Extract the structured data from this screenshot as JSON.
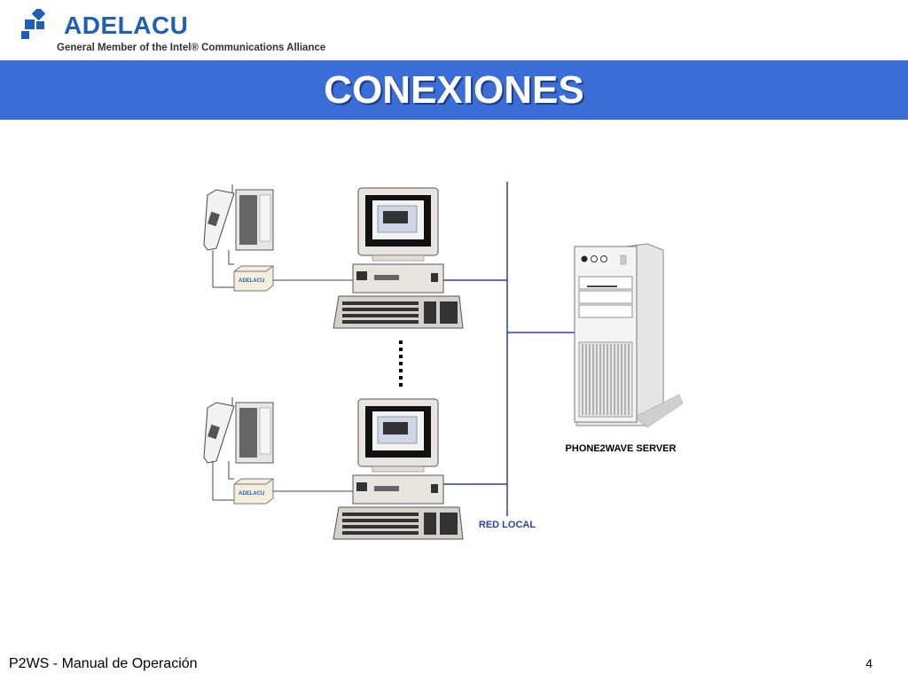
{
  "header": {
    "logo_text": "ADELACU",
    "tagline": "General Member of the Intel® Communications Alliance"
  },
  "title": "CONEXIONES",
  "diagram": {
    "server_label": "PHONE2WAVE SERVER",
    "network_label": "RED LOCAL",
    "device_brand": "ADELACU",
    "colors": {
      "network_line": "#2b3fb8",
      "title_bar": "#3a6ed6"
    }
  },
  "footer": {
    "left": "P2WS - Manual de Operación",
    "page_number": "4"
  }
}
